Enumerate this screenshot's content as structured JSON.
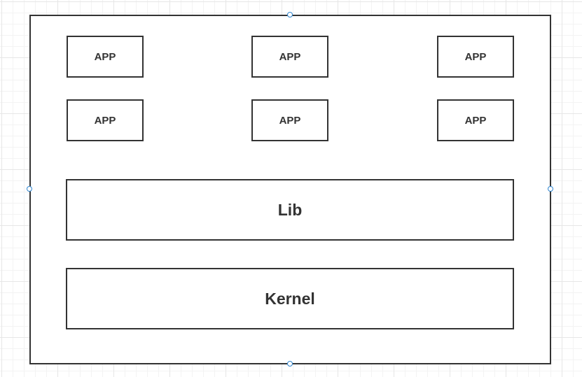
{
  "diagram": {
    "title": "",
    "apps": [
      {
        "label": "APP"
      },
      {
        "label": "APP"
      },
      {
        "label": "APP"
      },
      {
        "label": "APP"
      },
      {
        "label": "APP"
      },
      {
        "label": "APP"
      }
    ],
    "lib": {
      "label": "Lib"
    },
    "kernel": {
      "label": "Kernel"
    }
  },
  "colors": {
    "stroke": "#333333",
    "selection_handle": "#2f86d1",
    "grid_line": "#e6e6e6",
    "background": "#ffffff"
  }
}
